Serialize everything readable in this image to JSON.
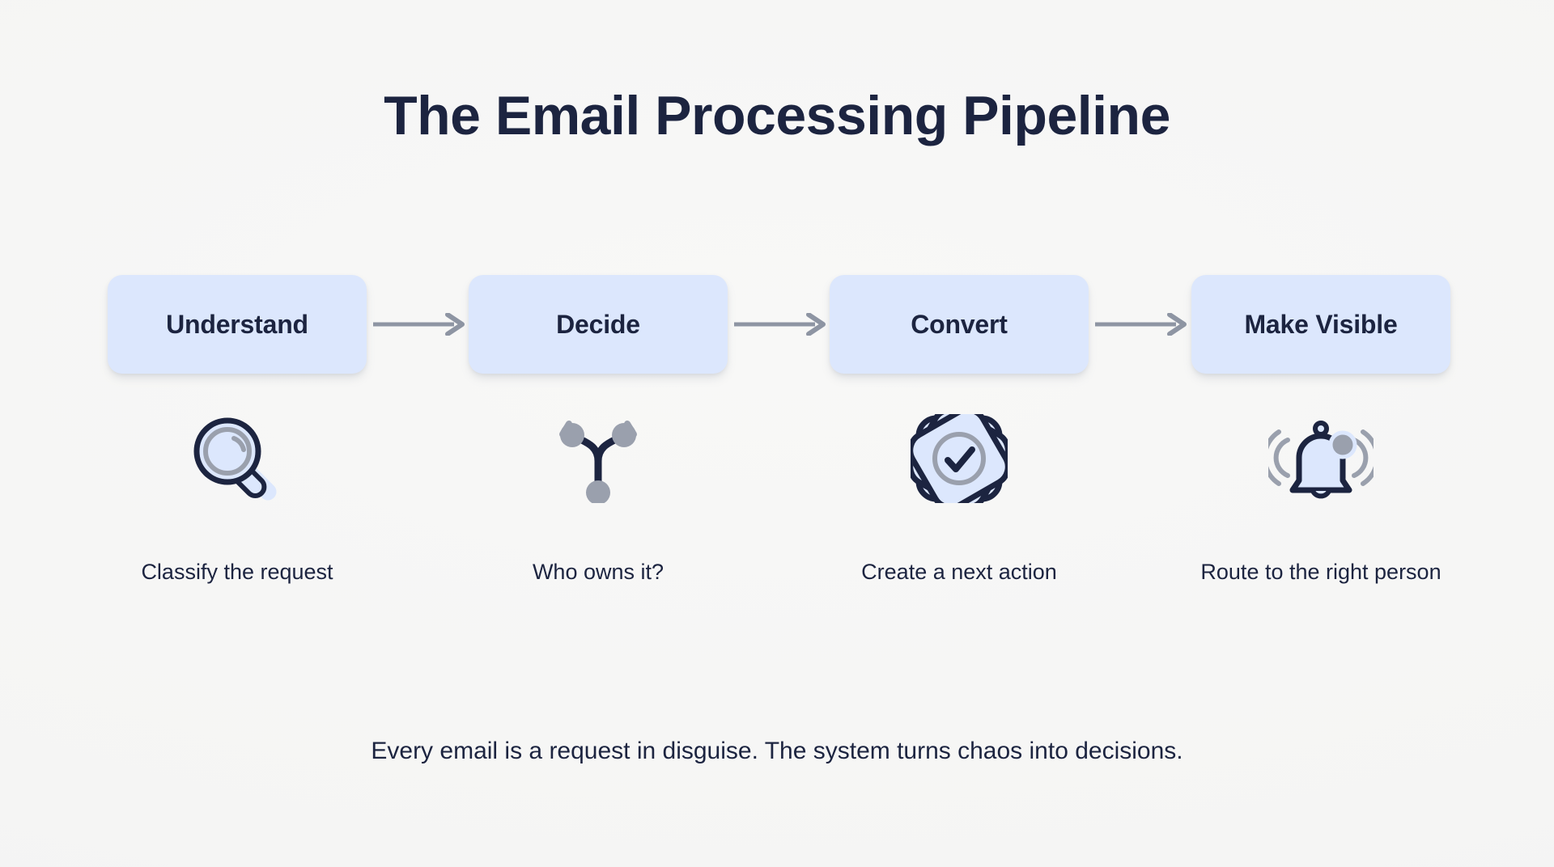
{
  "header": {
    "title": "The Email Processing Pipeline"
  },
  "colors": {
    "background": "#f7f7f6",
    "pill_fill": "#dce7fd",
    "text_dark": "#1c2440",
    "arrow_gray": "#8e95a3",
    "icon_gray": "#9aa0ad",
    "icon_fill_light": "#dce7fd"
  },
  "pipeline": {
    "stages": [
      {
        "label": "Understand",
        "icon": "magnifying-glass-icon",
        "caption": "Classify the request"
      },
      {
        "label": "Decide",
        "icon": "branch-fork-icon",
        "caption": "Who owns it?"
      },
      {
        "label": "Convert",
        "icon": "gear-check-icon",
        "caption": "Create a next action"
      },
      {
        "label": "Make Visible",
        "icon": "bell-notification-icon",
        "caption": "Route to the right person"
      }
    ],
    "connectors": [
      {
        "icon": "arrow-right-icon"
      },
      {
        "icon": "arrow-right-icon"
      },
      {
        "icon": "arrow-right-icon"
      }
    ]
  },
  "footer": {
    "note": "Every email is a request in disguise. The system turns chaos into decisions."
  }
}
